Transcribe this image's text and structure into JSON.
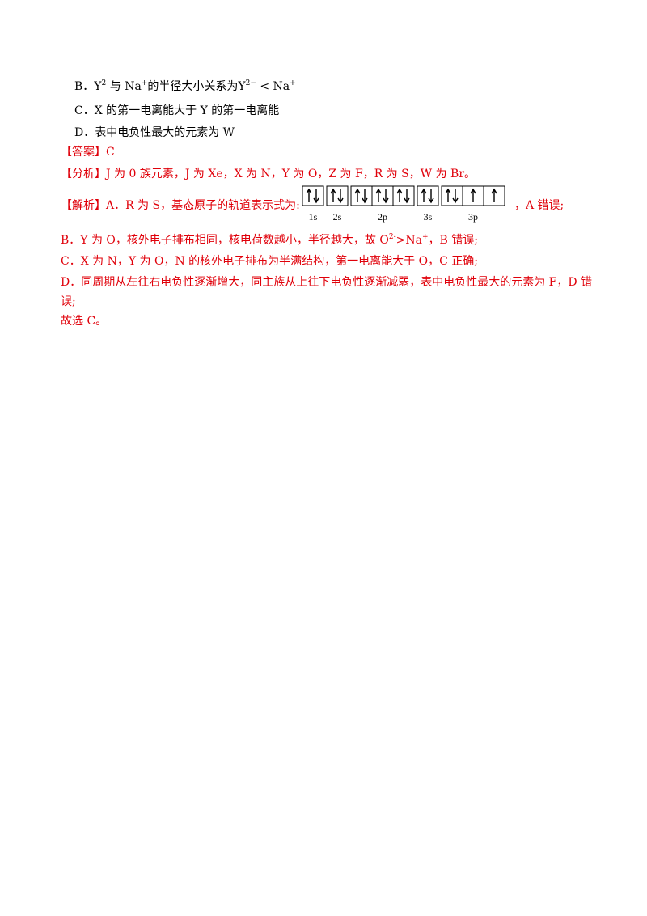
{
  "options": {
    "b": {
      "prefix": "B．",
      "y_ion": "Y",
      "y_charge": "2",
      "mid": " 与 ",
      "na_ion": "Na",
      "na_charge": "+",
      "text": "的半径大小关系为",
      "y_ion2": "Y",
      "y_charge2": "2−",
      "lt": " < ",
      "na_ion2": "Na",
      "na_charge2": "+"
    },
    "c": "C．X 的第一电离能大于 Y 的第一电离能",
    "d": "D．表中电负性最大的元素为 W"
  },
  "answer": {
    "label": "【答案】",
    "value": "C"
  },
  "analysis": {
    "label": "【分析】",
    "text": "J 为 0 族元素，J 为 Xe，X 为 N，Y 为 O，Z 为 F，R 为 S，W 为 Br。"
  },
  "solution": {
    "label": "【解析】",
    "a_text": "A．R 为 S，基态原子的轨道表示式为:",
    "a_end": "，A 错误;",
    "orbital_labels": [
      "1s",
      "2s",
      "2p",
      "3s",
      "3p"
    ],
    "orbital_fill": [
      [
        "up",
        "down"
      ],
      [
        "up",
        "down"
      ],
      [
        "up",
        "down"
      ],
      [
        "up",
        "down"
      ],
      [
        "up",
        "down"
      ],
      [
        "up",
        "down"
      ],
      [
        "up",
        "down"
      ],
      [
        "up"
      ],
      [
        "up"
      ]
    ],
    "b_pre": "B．Y 为 O，核外电子排布相同，核电荷数越小，半径越大，故 O",
    "b_sup1": "2-",
    "b_mid": ">Na",
    "b_sup2": "+",
    "b_end": "，B 错误;",
    "c": "C．X 为 N，Y 为 O，N 的核外电子排布为半满结构，第一电离能大于 O，C 正确;",
    "d1": "D．同周期从左往右电负性逐渐增大，同主族从上往下电负性逐渐减弱，表中电负性最大的元素为 F，D 错",
    "d2": "误;",
    "conclusion": "故选 C。"
  }
}
